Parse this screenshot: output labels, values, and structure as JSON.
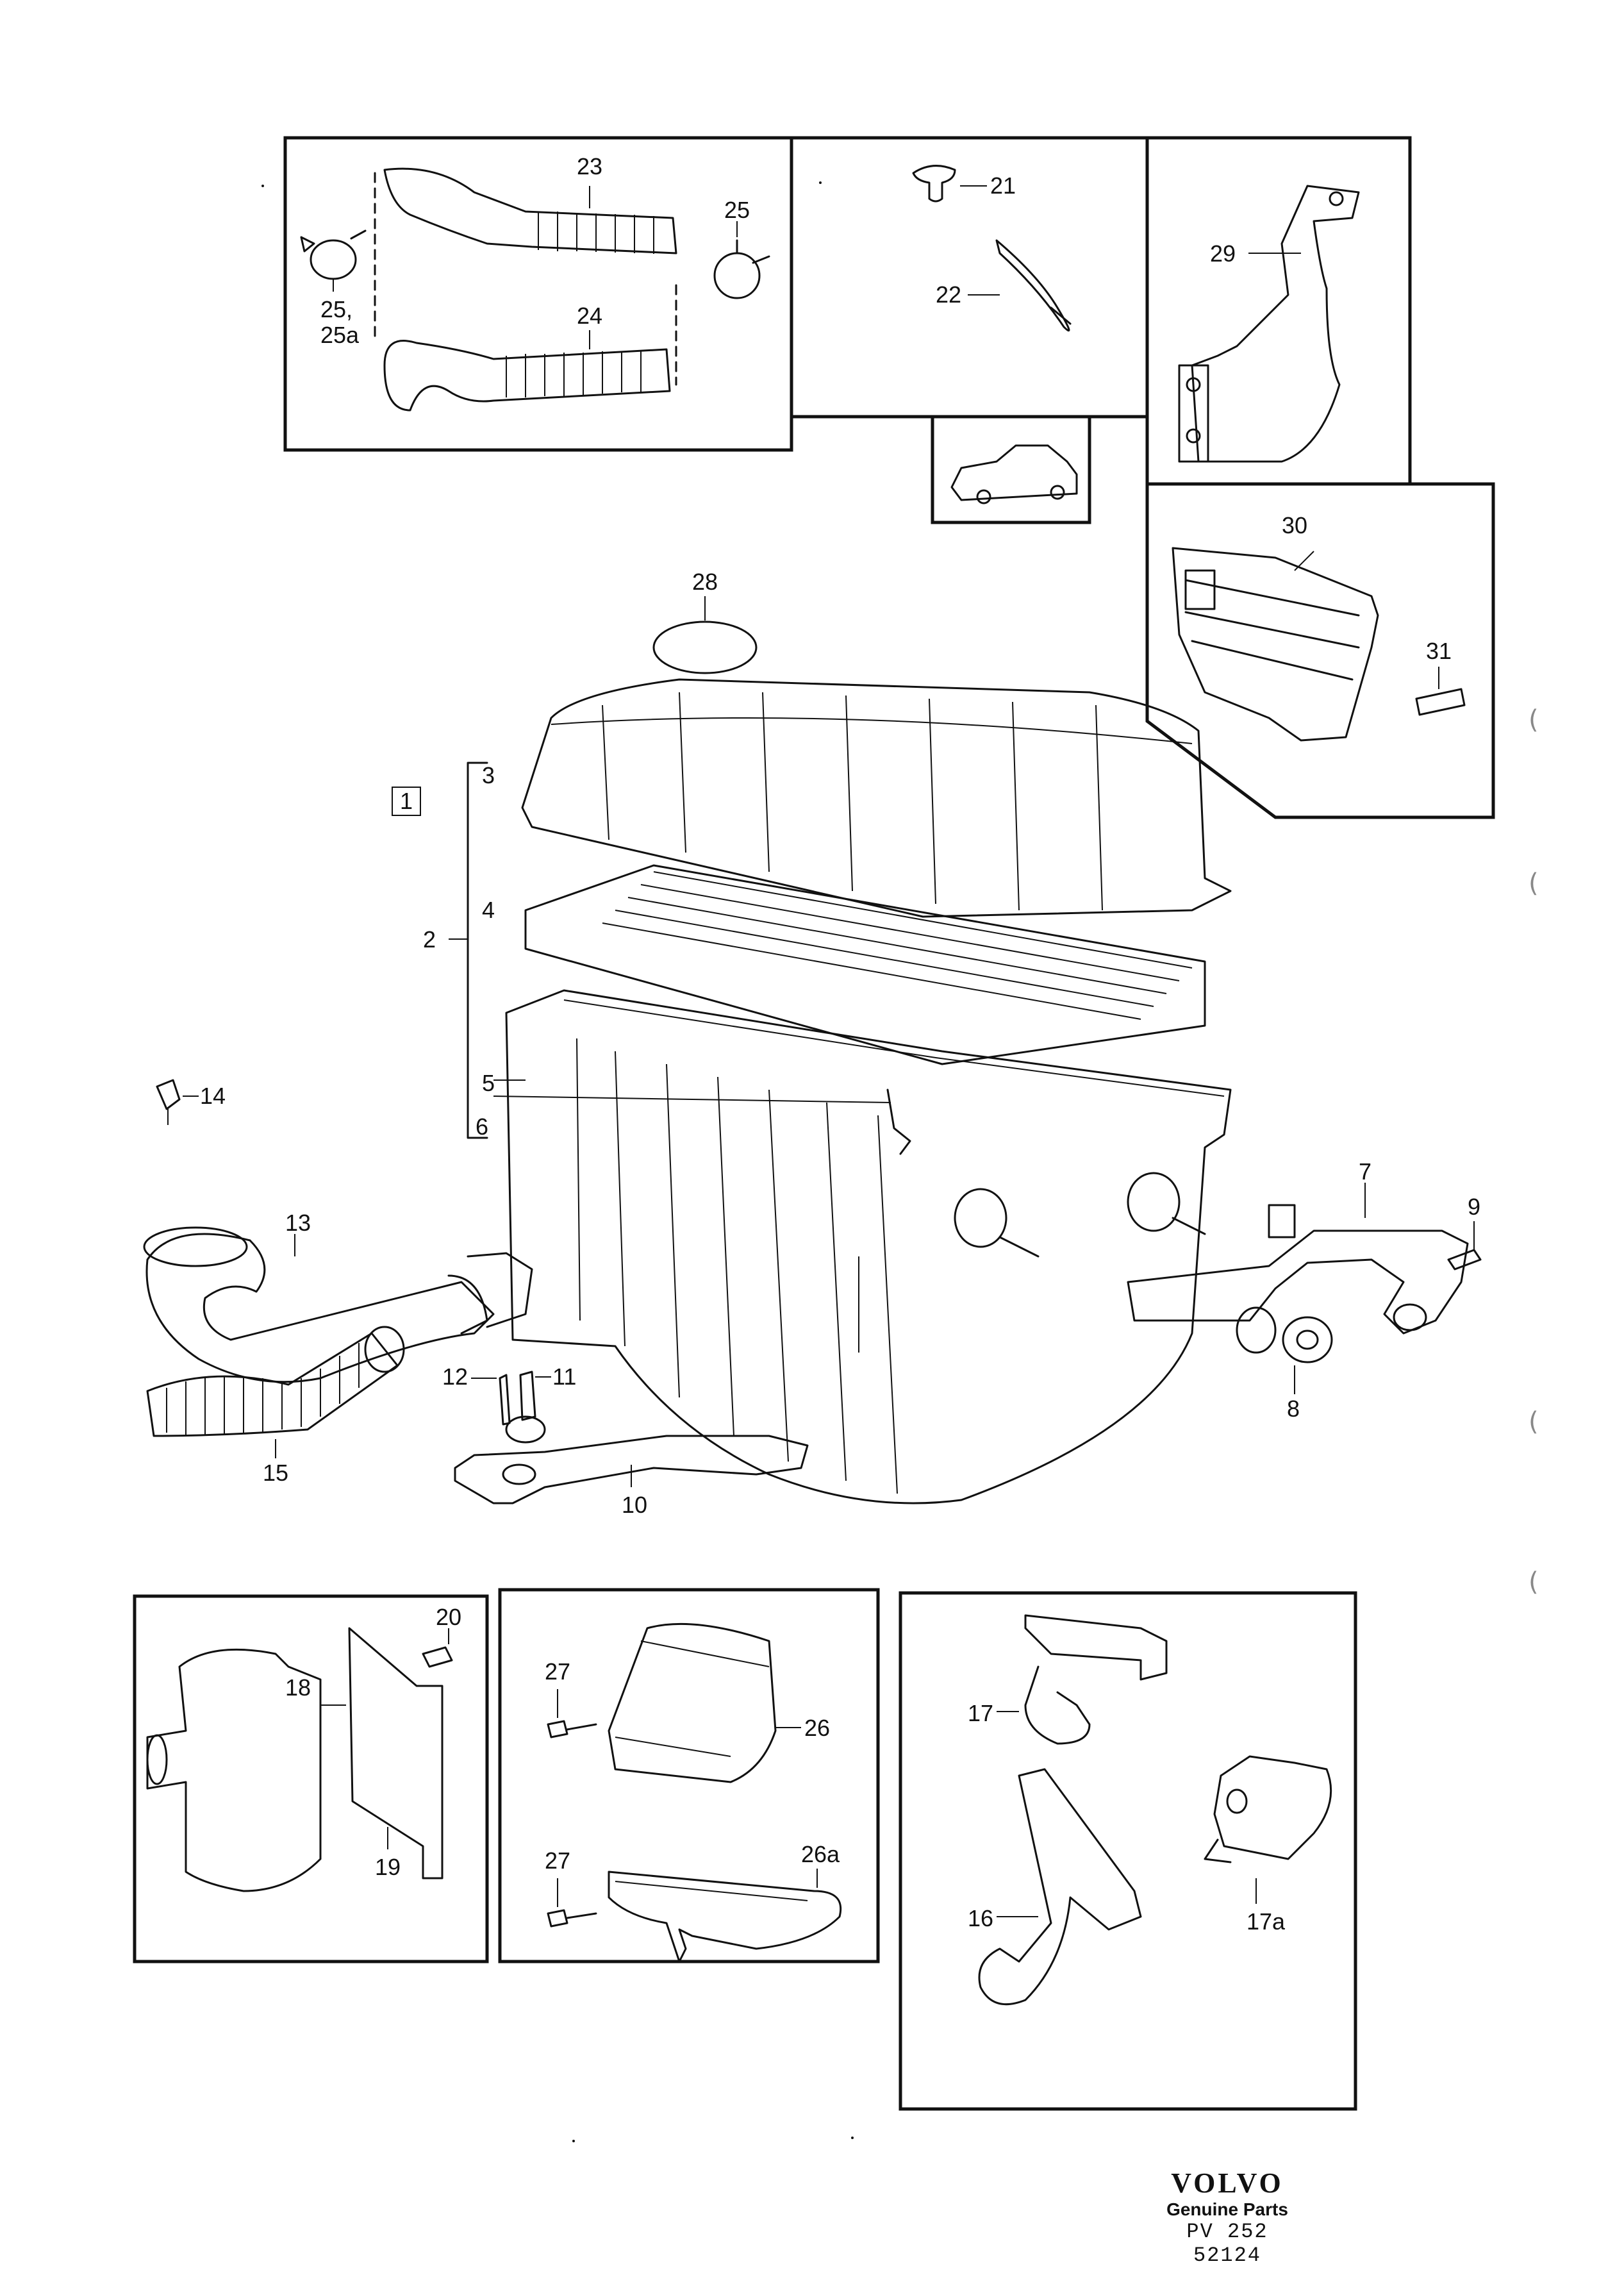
{
  "labels": {
    "p1": "1",
    "p2": "2",
    "p3": "3",
    "p4": "4",
    "p5": "5",
    "p6": "6",
    "p7": "7",
    "p8": "8",
    "p9": "9",
    "p10": "10",
    "p11": "11",
    "p12": "12",
    "p13": "13",
    "p14": "14",
    "p15": "15",
    "p16": "16",
    "p17": "17",
    "p17a": "17a",
    "p18": "18",
    "p19": "19",
    "p20": "20",
    "p21": "21",
    "p22": "22",
    "p23": "23",
    "p24": "24",
    "p25": "25",
    "p25_25a_line1": "25,",
    "p25_25a_line2": "25a",
    "p26": "26",
    "p26a": "26a",
    "p27": "27",
    "p27b": "27",
    "p28": "28",
    "p29": "29",
    "p30": "30",
    "p31": "31"
  },
  "brand": {
    "logo": "VOLVO",
    "tagline": "Genuine Parts",
    "part_number": "PV 252 52124"
  },
  "colors": {
    "ink": "#111111",
    "paper": "#ffffff"
  }
}
